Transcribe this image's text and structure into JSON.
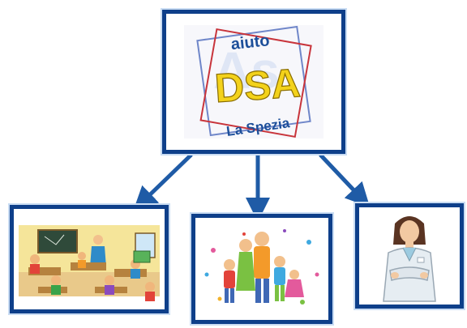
{
  "diagram": {
    "root": {
      "logo": {
        "line1": "aiuto",
        "line2": "DSA",
        "line3": "La Spezia"
      }
    },
    "children": [
      {
        "icon": "classroom-illustration"
      },
      {
        "icon": "family-illustration"
      },
      {
        "icon": "doctor-illustration"
      }
    ]
  },
  "colors": {
    "box_border": "#0e3f8a",
    "arrow": "#1f5ba6",
    "logo_frame_red": "#c8343b",
    "logo_frame_blue": "#6f86c9",
    "logo_text_yellow": "#f3d21b"
  }
}
